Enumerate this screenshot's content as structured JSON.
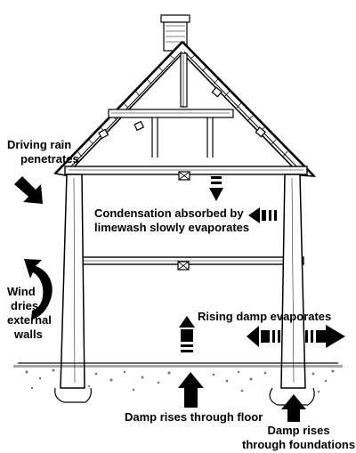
{
  "labels": {
    "driving_rain": [
      "Driving rain",
      "penetrates"
    ],
    "condensation": [
      "Condensation absorbed by",
      "limewash slowly evaporates"
    ],
    "wind": [
      "Wind",
      "dries",
      "external",
      "walls"
    ],
    "rising_damp": "Rising damp evaporates",
    "damp_floor": "Damp rises through floor",
    "damp_foundations": [
      "Damp rises",
      "through foundations"
    ]
  },
  "colors": {
    "ink": "#000000",
    "paper": "#ffffff"
  },
  "icons": [
    "driving-rain-arrow",
    "wind-curved-arrow",
    "condensation-dashed-arrow",
    "limewash-dashed-arrow",
    "rising-damp-dashed-arrow",
    "floor-damp-arrow",
    "foundation-damp-arrow",
    "wall-evaporation-arrows"
  ]
}
